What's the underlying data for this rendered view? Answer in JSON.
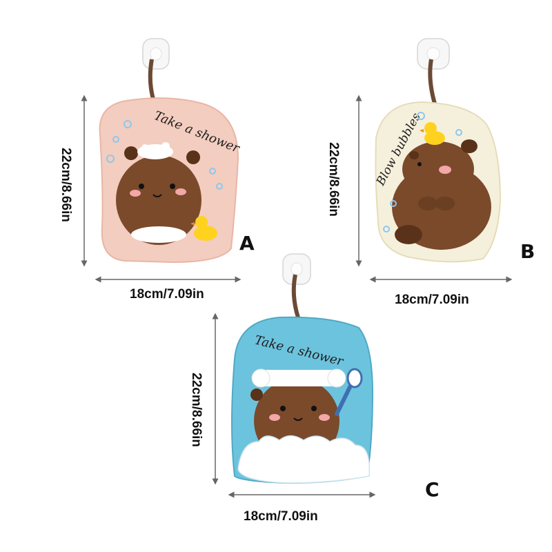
{
  "product_image": {
    "towels": [
      {
        "label": "A",
        "slogan": "Take a shower",
        "color": "#f3cdbf",
        "height_text": "22cm/8.66in",
        "width_text": "18cm/7.09in"
      },
      {
        "label": "B",
        "slogan": "Blow bubbles",
        "color": "#f5f0dc",
        "height_text": "22cm/8.66in",
        "width_text": "18cm/7.09in"
      },
      {
        "label": "C",
        "slogan": "Take a shower",
        "color": "#6cc3de",
        "height_text": "22cm/8.66in",
        "width_text": "18cm/7.09in"
      }
    ],
    "colors": {
      "capybara": "#7a4a2b",
      "capybara_dark": "#5a3219",
      "strap": "#6b4a35",
      "hook": "#f7f7f7",
      "duck": "#ffd21f",
      "bubble": "#8cc8ee",
      "line": "#666666"
    }
  }
}
